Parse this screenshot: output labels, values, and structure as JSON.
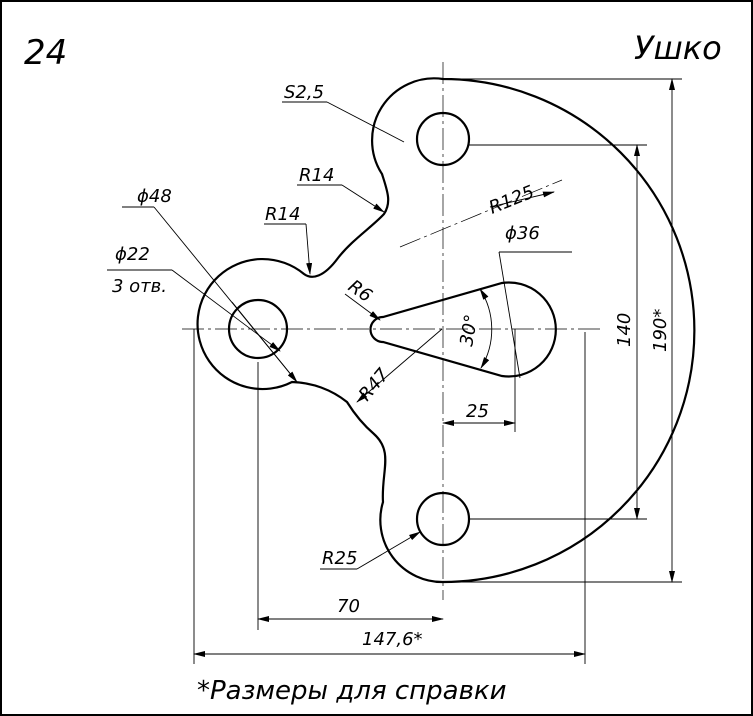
{
  "drawing": {
    "number": "24",
    "title": "Ушко",
    "footnote": "*Размеры для справки"
  },
  "dimensions": {
    "sphere": "S2,5",
    "r14_upper": "R14",
    "r14_lower": "R14",
    "dia48": "ϕ48",
    "dia22": "ϕ22",
    "holes_count": "3 отв.",
    "r6": "R6",
    "r125": "R125",
    "dia36": "ϕ36",
    "angle": "30°",
    "r47": "R47",
    "slot_offset": "25",
    "hole_spacing": "140",
    "overall_height": "190*",
    "r25": "R25",
    "horizontal_70": "70",
    "overall_width": "147,6*"
  }
}
